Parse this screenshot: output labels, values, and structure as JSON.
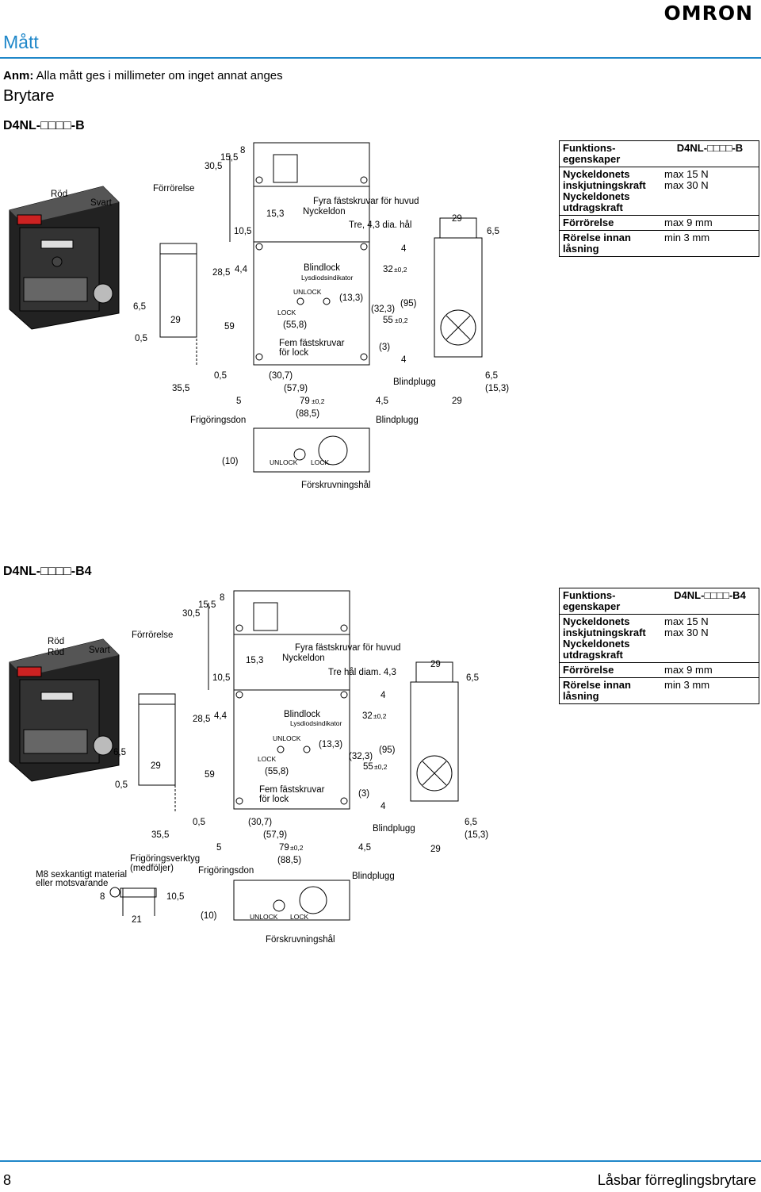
{
  "brand": "OMRON",
  "page_title": "Mått",
  "note_label": "Anm:",
  "note_text": "Alla mått ges i millimeter om inget annat anges",
  "section": "Brytare",
  "b1": {
    "model": "D4NL-□□□□-B",
    "labels": {
      "rod": "Röd",
      "svart": "Svart",
      "forrorelse": "Förrörelse",
      "fyra": "Fyra fästskruvar för huvud",
      "nyckeldon": "Nyckeldon",
      "tre": "Tre, 4,3 dia. hål",
      "blindlock": "Blindlock",
      "lysdiod": "Lysdiodsindikator",
      "unlock": "UNLOCK",
      "lock": "LOCK",
      "fem1": "Fem fästskruvar",
      "fem2": "för lock",
      "blindplugg": "Blindplugg",
      "frigoring": "Frigöringsdon",
      "forskruv": "Förskruvningshål"
    },
    "dims": {
      "d8": "8",
      "d155": "15,5",
      "d305": "30,5",
      "d153": "15,3",
      "d105": "10,5",
      "d285": "28,5",
      "d44": "4,4",
      "d29a": "29",
      "d65a": "6,5",
      "d05a": "0,5",
      "d59": "59",
      "d133": "(13,3)",
      "d323": "(32,3)",
      "d558": "(55,8)",
      "d95": "(95)",
      "d55": "55",
      "tol": "±0,2",
      "d32": "32",
      "d4a": "4",
      "d4b": "4",
      "d3": "(3)",
      "d29b": "29",
      "d65b": "6,5",
      "d05b": "0,5",
      "d355": "35,5",
      "d307": "(30,7)",
      "d579": "(57,9)",
      "d5": "5",
      "d79": "79",
      "d45": "4,5",
      "d885": "(88,5)",
      "d29c": "29",
      "d65c": "6,5",
      "d153b": "(15,3)",
      "d10": "(10)"
    },
    "table": {
      "head_k1": "Funktions-",
      "head_k2": "egenskaper",
      "head_v": "D4NL-□□□□-B",
      "rows": [
        {
          "k": "Nyckeldonets inskjutningskraft",
          "v": "max 15 N"
        },
        {
          "k": "Nyckeldonets utdragskraft",
          "v": "max 30 N"
        },
        {
          "k": "Förrörelse",
          "v": "max 9 mm"
        },
        {
          "k": "Rörelse innan låsning",
          "v": "min 3 mm"
        }
      ]
    }
  },
  "b2": {
    "model": "D4NL-□□□□-B4",
    "labels": {
      "rod1": "Röd",
      "rod2": "Röd",
      "svart": "Svart",
      "forrorelse": "Förrörelse",
      "fyra": "Fyra fästskruvar för huvud",
      "nyckeldon": "Nyckeldon",
      "tre": "Tre hål diam. 4,3",
      "blindlock": "Blindlock",
      "lysdiod": "Lysdiodsindikator",
      "unlock": "UNLOCK",
      "lock": "LOCK",
      "fem1": "Fem fästskruvar",
      "fem2": "för lock",
      "blindplugg": "Blindplugg",
      "frigoring": "Frigöringsdon",
      "verktyg1": "Frigöringsverktyg",
      "verktyg2": "(medföljer)",
      "m8a": "M8 sexkantigt material",
      "m8b": "eller motsvarande",
      "forskruv": "Förskruvningshål"
    },
    "dims": {
      "d8": "8",
      "d155": "15,5",
      "d305": "30,5",
      "d153": "15,3",
      "d105": "10,5",
      "d285": "28,5",
      "d44": "4,4",
      "d29a": "29",
      "d65a": "6,5",
      "d05a": "0,5",
      "d59": "59",
      "d133": "(13,3)",
      "d323": "(32,3)",
      "d558": "(55,8)",
      "d95": "(95)",
      "d55": "55",
      "tol": "±0,2",
      "d32": "32",
      "d4a": "4",
      "d4b": "4",
      "d3": "(3)",
      "d29b": "29",
      "d65b": "6,5",
      "d05b": "0,5",
      "d355": "35,5",
      "d307": "(30,7)",
      "d579": "(57,9)",
      "d5": "5",
      "d79": "79",
      "d45": "4,5",
      "d885": "(88,5)",
      "d29c": "29",
      "d65c": "6,5",
      "d153b": "(15,3)",
      "d10": "(10)",
      "d8t": "8",
      "d105t": "10,5",
      "d21": "21"
    },
    "table": {
      "head_k1": "Funktions-",
      "head_k2": "egenskaper",
      "head_v": "D4NL-□□□□-B4",
      "rows": [
        {
          "k": "Nyckeldonets inskjutningskraft",
          "v": "max 15 N"
        },
        {
          "k": "Nyckeldonets utdragskraft",
          "v": "max 30 N"
        },
        {
          "k": "Förrörelse",
          "v": "max 9 mm"
        },
        {
          "k": "Rörelse innan låsning",
          "v": "min 3 mm"
        }
      ]
    }
  },
  "footer": {
    "page": "8",
    "title": "Låsbar förreglingsbrytare"
  }
}
